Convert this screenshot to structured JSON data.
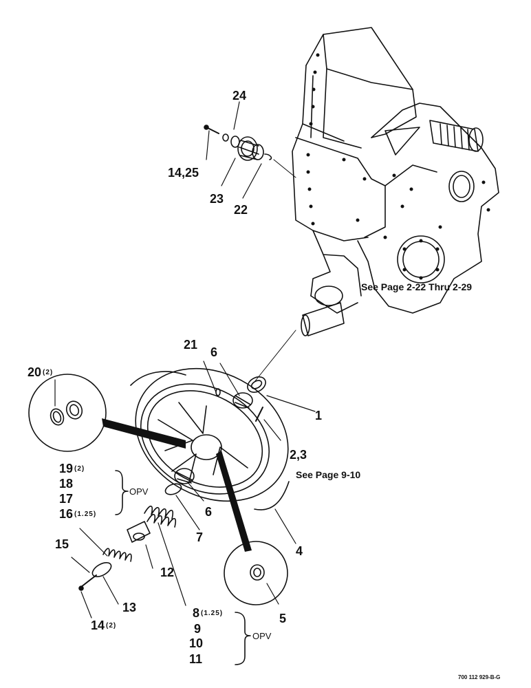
{
  "callouts": {
    "c1": "1",
    "c23_pair": "2,3",
    "c4": "4",
    "c5": "5",
    "c6a": "6",
    "c6b": "6",
    "c7": "7",
    "c8": "8",
    "c8_qty": "(1.25)",
    "c9": "9",
    "c10": "10",
    "c11": "11",
    "c12": "12",
    "c13": "13",
    "c14": "14",
    "c14_qty": "(2)",
    "c14_25": "14,25",
    "c15": "15",
    "c16": "16",
    "c16_qty": "(1.25)",
    "c17": "17",
    "c18": "18",
    "c19": "19",
    "c19_qty": "(2)",
    "c20": "20",
    "c20_qty": "(2)",
    "c21": "21",
    "c22": "22",
    "c23": "23",
    "c24": "24"
  },
  "references": {
    "gearbox": "See Page 2-22 Thru 2-29",
    "page_9_10": "See Page 9-10"
  },
  "opv_upper": "OPV",
  "opv_lower": "OPV",
  "document_id": "700 112 929-B-G",
  "colors": {
    "ink": "#111111",
    "paper": "#ffffff"
  }
}
